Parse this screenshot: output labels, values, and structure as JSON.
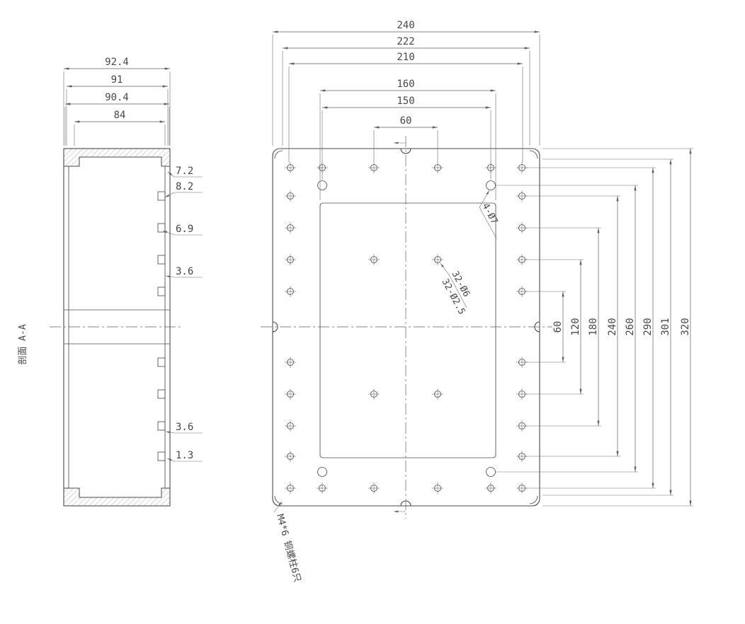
{
  "drawing": {
    "section": {
      "label": "剖面 A-A",
      "top_dims": [
        "92.4",
        "91",
        "90.4",
        "84"
      ],
      "side_dims": [
        "7.2",
        "8.2",
        "6.9",
        "3.6",
        "3.6",
        "1.3"
      ]
    },
    "plan": {
      "top_dims": [
        "240",
        "222",
        "210",
        "160",
        "150",
        "60"
      ],
      "right_dims": [
        "60",
        "120",
        "180",
        "240",
        "260",
        "290",
        "301",
        "320"
      ],
      "notes": {
        "corner_holes": "4-Ø7",
        "boss_outer": "32-Ø6",
        "boss_inner": "32-Ø2.5",
        "studs": "M4*6 铜螺柱6只"
      }
    }
  }
}
